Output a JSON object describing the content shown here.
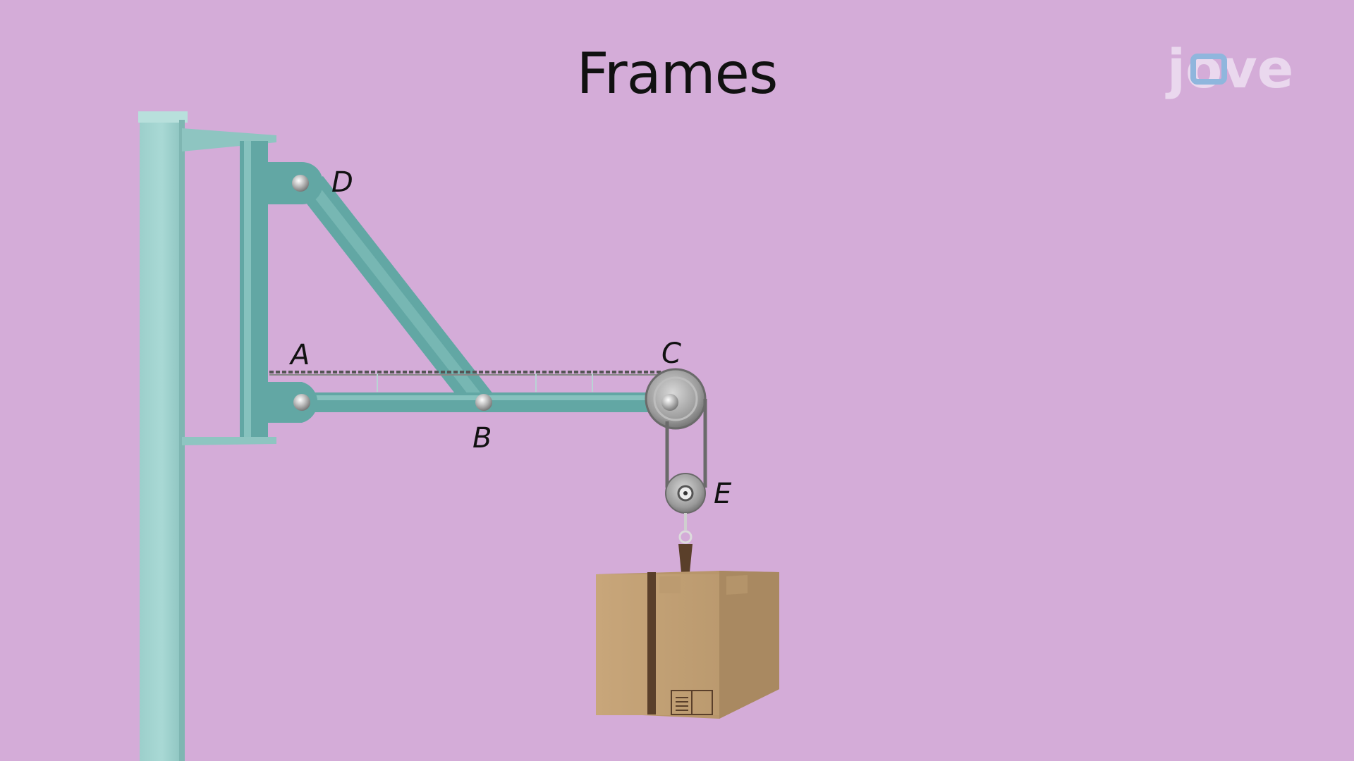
{
  "title": "Frames",
  "logo": {
    "text": "jove"
  },
  "labels": {
    "A": "A",
    "B": "B",
    "C": "C",
    "D": "D",
    "E": "E"
  },
  "colors": {
    "background": "#d4acd8",
    "frame_main": "#62a7a4",
    "frame_light": "#9ed2ce",
    "frame_dark": "#4a8986",
    "pulley": "#8a8a8a",
    "box": "#c4a47a",
    "box_tape": "#5a3f2a"
  }
}
